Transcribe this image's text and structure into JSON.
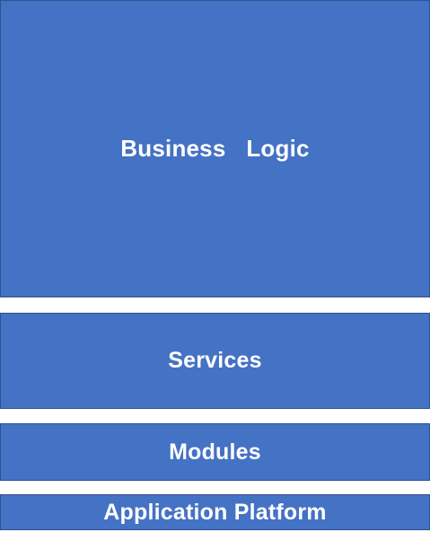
{
  "diagram": {
    "layers": [
      {
        "id": "business",
        "label": "Business  Logic"
      },
      {
        "id": "services",
        "label": "Services"
      },
      {
        "id": "modules",
        "label": "Modules"
      },
      {
        "id": "platform",
        "label": "Application Platform"
      }
    ],
    "colors": {
      "fill": "#4472c4",
      "border": "#2f528f",
      "text": "#ffffff",
      "background": "#ffffff"
    }
  }
}
